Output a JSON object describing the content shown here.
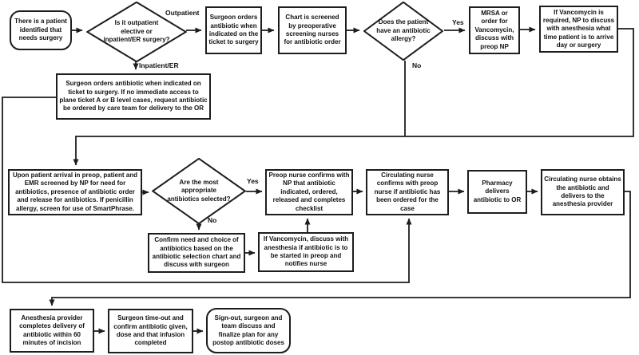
{
  "diagram": {
    "type": "flowchart",
    "background_color": "#ffffff",
    "line_color": "#1d1d1d",
    "box_fill_color": "#ffffff",
    "text_color": "#111111",
    "nodes": [
      {
        "id": "patient-identified",
        "shape": "terminator",
        "label": "There is a patient identified that needs surgery"
      },
      {
        "id": "outpatient-or-inpatient-decision",
        "shape": "decision",
        "label": "Is it outpatient elective or inpatient/ER surgery?"
      },
      {
        "id": "surgeon-orders-outpatient",
        "shape": "process",
        "label": "Surgeon orders antibiotic when indicated on the ticket to surgery"
      },
      {
        "id": "chart-screened",
        "shape": "process",
        "label": "Chart is screened by preoperative screening nurses for antibiotic order"
      },
      {
        "id": "allergy-decision",
        "shape": "decision",
        "label": "Does the patient have an antibiotic allergy?"
      },
      {
        "id": "mrsa-vancomycin",
        "shape": "process",
        "label": "MRSA or order for Vancomycin, discuss with preop NP"
      },
      {
        "id": "vancomycin-arrival-time",
        "shape": "process",
        "label": "If Vancomycin is required, NP to discuss with anesthesia what time patient is to arrive day or surgery"
      },
      {
        "id": "surgeon-orders-inpatient",
        "shape": "process",
        "label": "Surgeon orders antibiotic when indicated on ticket to surgery. If no immediate access to plane ticket A or B level cases, request antibiotic be ordered by care team for delivery to the OR"
      },
      {
        "id": "preop-arrival-screen",
        "shape": "process",
        "label": "Upon patient arrival in preop, patient and EMR screened by NP for need for antibiotics, presence of antibiotic order and release for antibiotics. If penicillin allergy, screen for use of SmartPhrase."
      },
      {
        "id": "appropriate-antibiotics-decision",
        "shape": "decision",
        "label": "Are the most appropriate antibiotics selected?"
      },
      {
        "id": "preop-nurse-confirms",
        "shape": "process",
        "label": "Preop nurse confirms with NP that antibiotic indicated, ordered, released and completes checklist"
      },
      {
        "id": "circulating-nurse-confirms",
        "shape": "process",
        "label": "Circulating nurse confirms with preop nurse if antibiotic has been ordered for the case"
      },
      {
        "id": "pharmacy-delivers",
        "shape": "process",
        "label": "Pharmacy delivers antibiotic to OR"
      },
      {
        "id": "circulating-nurse-obtains",
        "shape": "process",
        "label": "Circulating nurse obtains the antibiotic and delivers to the anesthesia provider"
      },
      {
        "id": "confirm-need-choice",
        "shape": "process",
        "label": "Confirm need and choice of antibiotics based on the antibiotic selection chart and discuss with surgeon"
      },
      {
        "id": "vancomycin-preop-start",
        "shape": "process",
        "label": "If Vancomycin, discuss with anesthesia if antibiotic is to be started in preop and notifies nurse"
      },
      {
        "id": "anesthesia-delivers-60min",
        "shape": "process",
        "label": "Anesthesia provider completes delivery of antibiotic within 60 minutes of incision"
      },
      {
        "id": "surgeon-timeout",
        "shape": "process",
        "label": "Surgeon time-out and confirm antibiotic given, dose and that infusion completed"
      },
      {
        "id": "signout-postop-plan",
        "shape": "terminator",
        "label": "Sign-out, surgeon and team discuss and finalize plan for any postop antibiotic doses"
      }
    ],
    "edge_labels": {
      "outpatient": "Outpatient",
      "inpatient_er": "Inpatient/ER",
      "allergy_yes": "Yes",
      "allergy_no": "No",
      "selected_yes": "Yes",
      "selected_no": "No"
    }
  }
}
